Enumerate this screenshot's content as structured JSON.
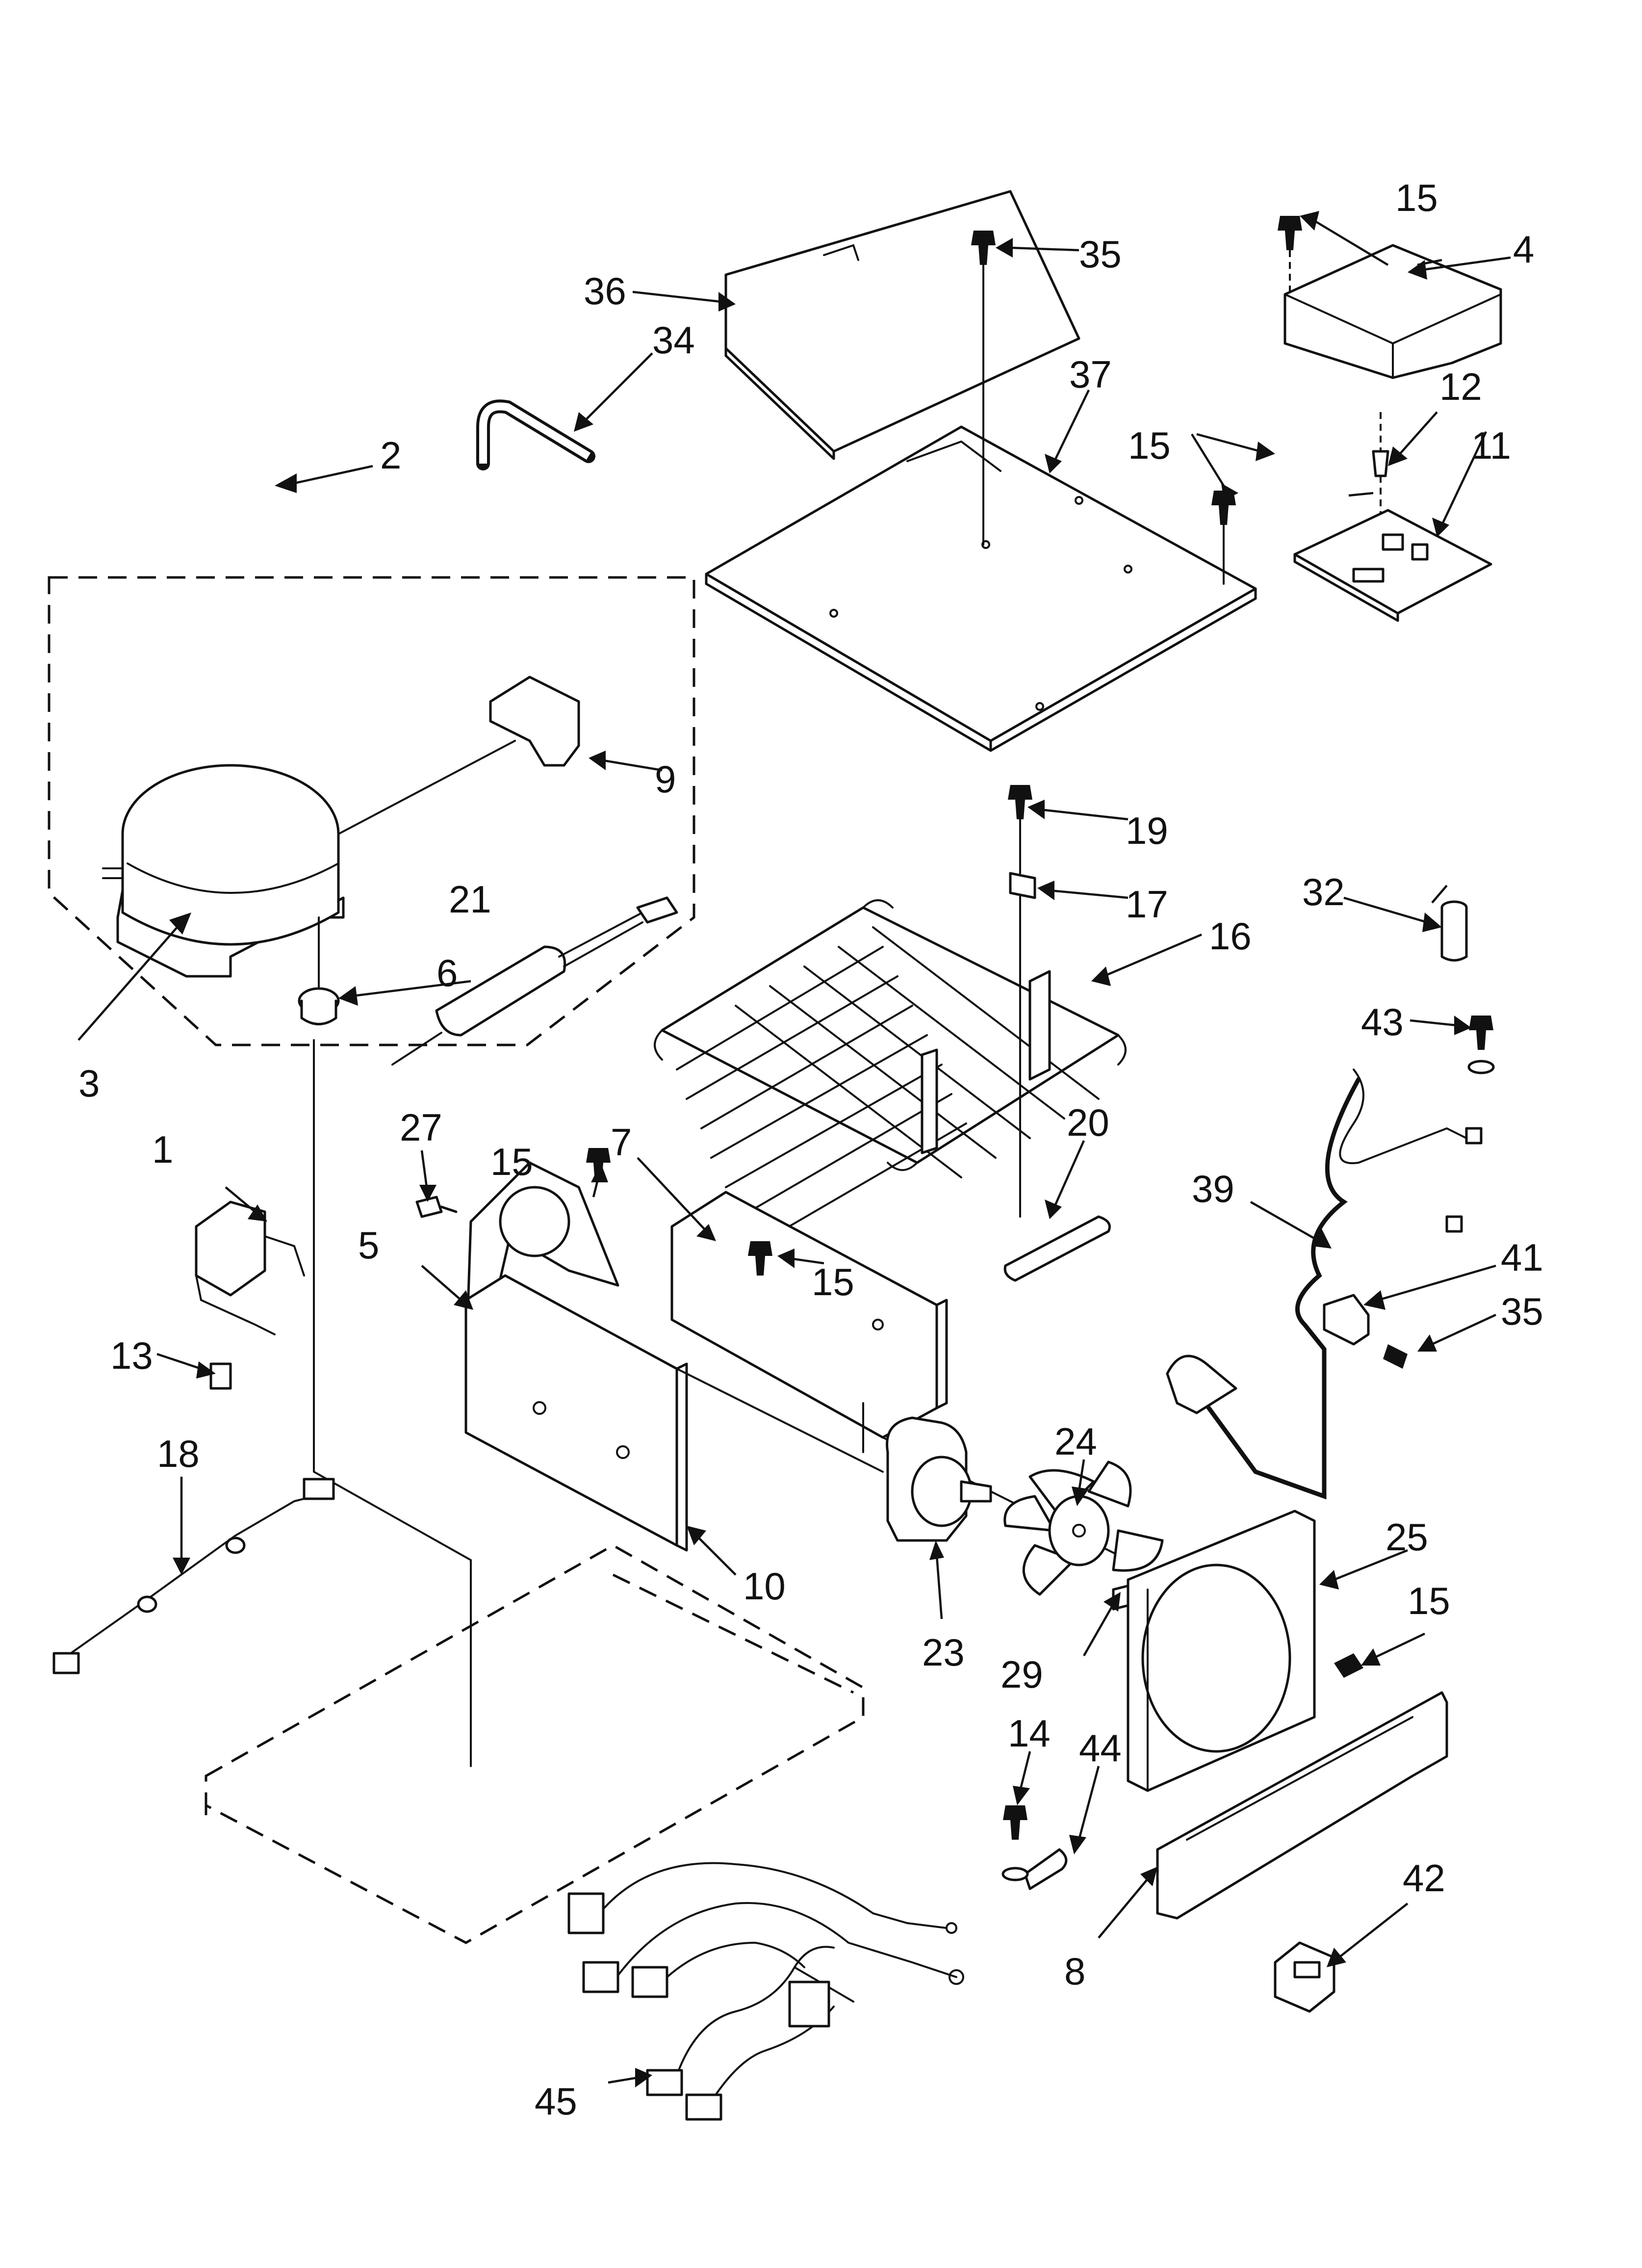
{
  "callouts": [
    {
      "id": "1",
      "label": "1"
    },
    {
      "id": "2",
      "label": "2"
    },
    {
      "id": "3",
      "label": "3"
    },
    {
      "id": "4",
      "label": "4"
    },
    {
      "id": "5",
      "label": "5"
    },
    {
      "id": "6",
      "label": "6"
    },
    {
      "id": "7",
      "label": "7"
    },
    {
      "id": "8",
      "label": "8"
    },
    {
      "id": "9",
      "label": "9"
    },
    {
      "id": "10",
      "label": "10"
    },
    {
      "id": "11",
      "label": "11"
    },
    {
      "id": "12",
      "label": "12"
    },
    {
      "id": "13",
      "label": "13"
    },
    {
      "id": "14",
      "label": "14"
    },
    {
      "id": "15a",
      "label": "15"
    },
    {
      "id": "15b",
      "label": "15"
    },
    {
      "id": "15c",
      "label": "15"
    },
    {
      "id": "15d",
      "label": "15"
    },
    {
      "id": "15e",
      "label": "15"
    },
    {
      "id": "15f",
      "label": "15"
    },
    {
      "id": "16",
      "label": "16"
    },
    {
      "id": "17",
      "label": "17"
    },
    {
      "id": "18",
      "label": "18"
    },
    {
      "id": "19",
      "label": "19"
    },
    {
      "id": "20",
      "label": "20"
    },
    {
      "id": "21",
      "label": "21"
    },
    {
      "id": "23",
      "label": "23"
    },
    {
      "id": "24",
      "label": "24"
    },
    {
      "id": "25",
      "label": "25"
    },
    {
      "id": "27",
      "label": "27"
    },
    {
      "id": "29",
      "label": "29"
    },
    {
      "id": "32",
      "label": "32"
    },
    {
      "id": "34",
      "label": "34"
    },
    {
      "id": "35a",
      "label": "35"
    },
    {
      "id": "35b",
      "label": "35"
    },
    {
      "id": "36",
      "label": "36"
    },
    {
      "id": "37",
      "label": "37"
    },
    {
      "id": "39",
      "label": "39"
    },
    {
      "id": "41",
      "label": "41"
    },
    {
      "id": "42",
      "label": "42"
    },
    {
      "id": "43",
      "label": "43"
    },
    {
      "id": "44",
      "label": "44"
    },
    {
      "id": "45",
      "label": "45"
    }
  ]
}
